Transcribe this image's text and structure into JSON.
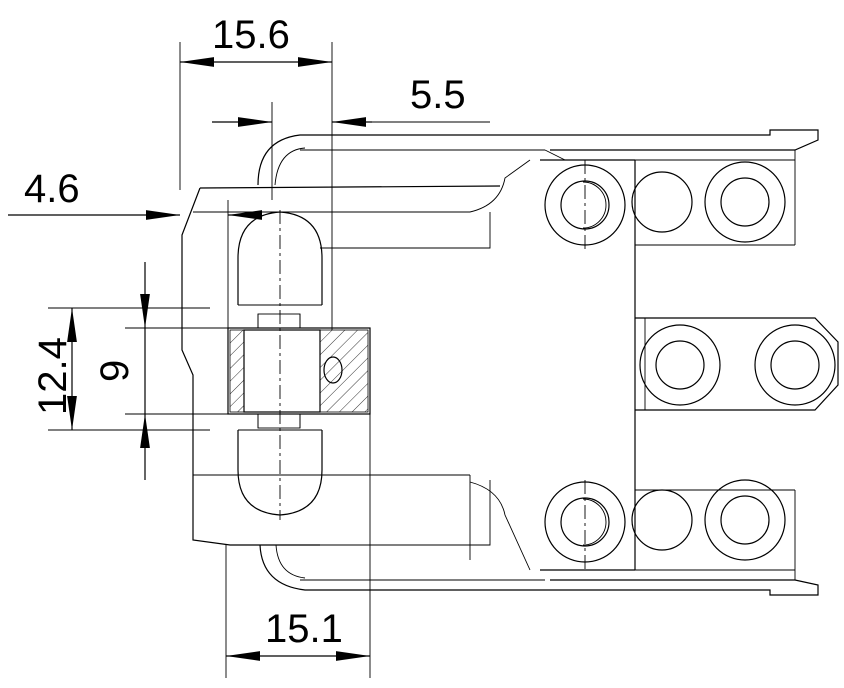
{
  "drawing": {
    "type": "technical-drawing",
    "subject": "hinge",
    "stroke_color": "#000000",
    "background": "#ffffff"
  },
  "dimensions": {
    "d_15_6": "15.6",
    "d_5_5": "5.5",
    "d_4_6": "4.6",
    "d_12_4": "12.4",
    "d_9": "9",
    "d_15_1": "15.1"
  }
}
